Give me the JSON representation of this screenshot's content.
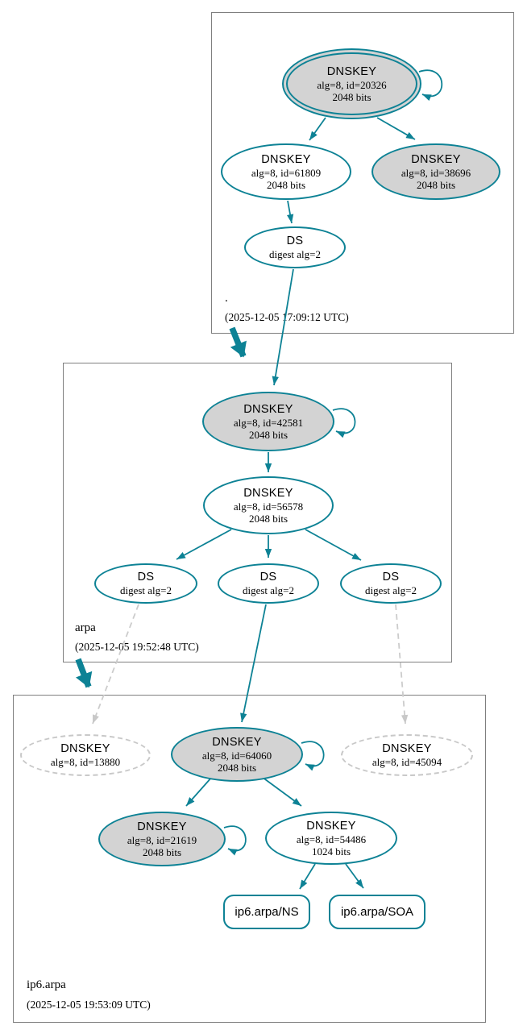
{
  "colors": {
    "edge_teal": "#0d8295",
    "node_fill_gray": "#d3d3d3",
    "dashed_gray": "#c8c8c8",
    "zone_border_gray": "#7f7f7f",
    "background": "#ffffff",
    "text": "#000000"
  },
  "zones": [
    {
      "name": ".",
      "timestamp": "(2025-12-05 17:09:12 UTC)",
      "nodes": {
        "ksk": {
          "title": "DNSKEY",
          "detail": "alg=8, id=20326",
          "bits": "2048 bits"
        },
        "zsk": {
          "title": "DNSKEY",
          "detail": "alg=8, id=61809",
          "bits": "2048 bits"
        },
        "key2": {
          "title": "DNSKEY",
          "detail": "alg=8, id=38696",
          "bits": "2048 bits"
        },
        "ds": {
          "title": "DS",
          "detail": "digest alg=2"
        }
      }
    },
    {
      "name": "arpa",
      "timestamp": "(2025-12-05 19:52:48 UTC)",
      "nodes": {
        "ksk": {
          "title": "DNSKEY",
          "detail": "alg=8, id=42581",
          "bits": "2048 bits"
        },
        "zsk": {
          "title": "DNSKEY",
          "detail": "alg=8, id=56578",
          "bits": "2048 bits"
        },
        "ds_left": {
          "title": "DS",
          "detail": "digest alg=2"
        },
        "ds_mid": {
          "title": "DS",
          "detail": "digest alg=2"
        },
        "ds_right": {
          "title": "DS",
          "detail": "digest alg=2"
        }
      }
    },
    {
      "name": "ip6.arpa",
      "timestamp": "(2025-12-05 19:53:09 UTC)",
      "nodes": {
        "missing_left": {
          "title": "DNSKEY",
          "detail": "alg=8, id=13880"
        },
        "ksk": {
          "title": "DNSKEY",
          "detail": "alg=8, id=64060",
          "bits": "2048 bits"
        },
        "missing_right": {
          "title": "DNSKEY",
          "detail": "alg=8, id=45094"
        },
        "key2": {
          "title": "DNSKEY",
          "detail": "alg=8, id=21619",
          "bits": "2048 bits"
        },
        "zsk": {
          "title": "DNSKEY",
          "detail": "alg=8, id=54486",
          "bits": "1024 bits"
        },
        "rr_ns": {
          "label": "ip6.arpa/NS"
        },
        "rr_soa": {
          "label": "ip6.arpa/SOA"
        }
      }
    }
  ]
}
